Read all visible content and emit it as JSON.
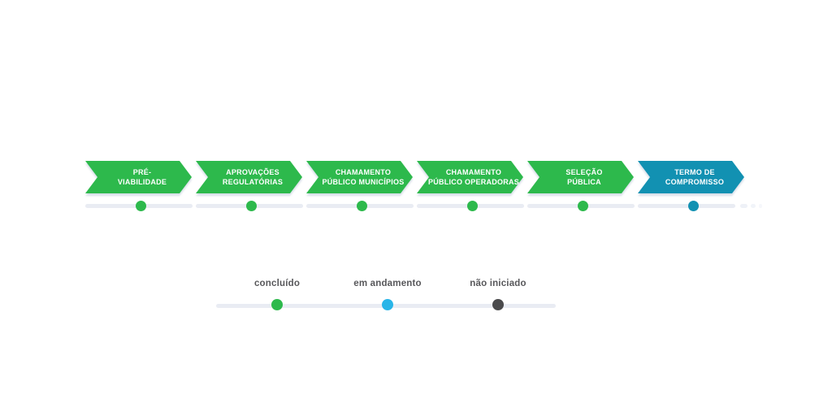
{
  "steps": [
    {
      "label": "PRÉ-\nVIABILIDADE",
      "status": "concluído",
      "color": "#2db94c"
    },
    {
      "label": "APROVAÇÕES\nREGULATÓRIAS",
      "status": "concluído",
      "color": "#2db94c"
    },
    {
      "label": "CHAMAMENTO\nPÚBLICO MUNICÍPIOS",
      "status": "concluído",
      "color": "#2db94c"
    },
    {
      "label": "CHAMAMENTO\nPÚBLICO OPERADORAS",
      "status": "concluído",
      "color": "#2db94c"
    },
    {
      "label": "SELEÇÃO\nPÚBLICA",
      "status": "concluído",
      "color": "#2db94c"
    },
    {
      "label": "TERMO DE\nCOMPROMISSO",
      "status": "em andamento",
      "color": "#1291b2"
    }
  ],
  "legend": {
    "items": [
      {
        "label": "concluído",
        "color": "#2db94c"
      },
      {
        "label": "em andamento",
        "color": "#29b5e8"
      },
      {
        "label": "não iniciado",
        "color": "#4a4a4c"
      }
    ]
  },
  "colors": {
    "step_done": "#2db94c",
    "step_in_progress": "#1291b2",
    "track": "#e9ecf3",
    "track_dash": "#eef1f7",
    "legend_text": "#58585b",
    "background": "#ffffff"
  }
}
